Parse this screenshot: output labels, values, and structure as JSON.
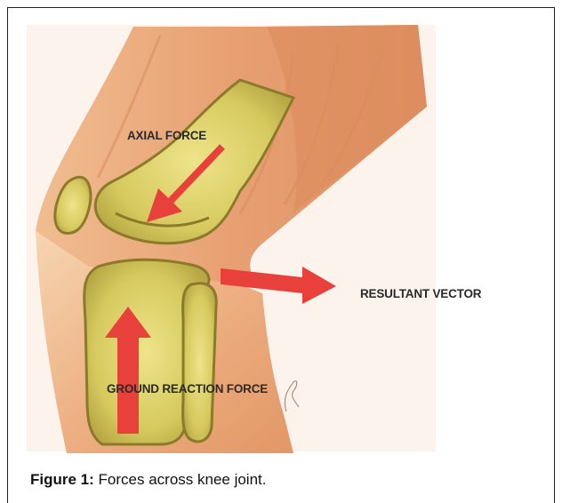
{
  "figure": {
    "labels": {
      "axial": "AXIAL FORCE",
      "resultant": "RESULTANT VECTOR",
      "ground": "GROUND REACTION FORCE"
    },
    "caption": {
      "prefix": "Figure 1:",
      "text": " Forces across knee joint."
    },
    "colors": {
      "skin_light": "#f3c9a0",
      "skin_mid": "#e9a276",
      "skin_dark": "#cf7f55",
      "bone_fill": "#d8cc62",
      "bone_outline": "#8a7a2a",
      "arrow": "#e8403a"
    },
    "signature_icon": "artist-signature-icon"
  }
}
